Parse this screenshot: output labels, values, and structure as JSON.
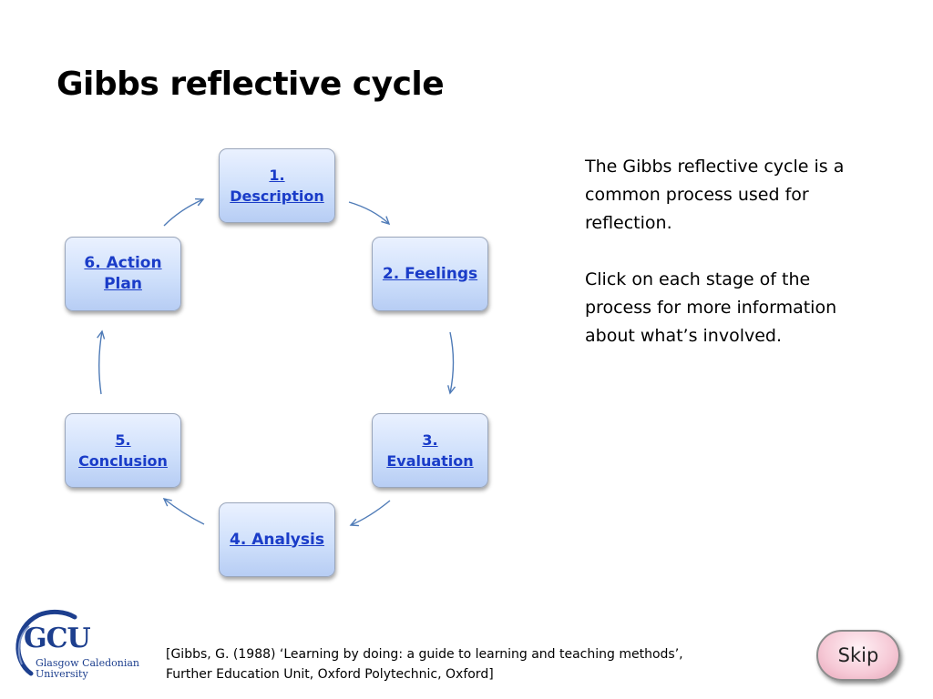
{
  "title": "Gibbs reflective cycle",
  "stages": [
    {
      "line1": "1.",
      "line2": "Description"
    },
    {
      "line1": "2. Feelings",
      "line2": ""
    },
    {
      "line1": "3.",
      "line2": "Evaluation"
    },
    {
      "line1": "4. Analysis",
      "line2": ""
    },
    {
      "line1": "5.",
      "line2": "Conclusion"
    },
    {
      "line1": "6. Action",
      "line2": "Plan"
    }
  ],
  "intro": {
    "paragraph1": "The Gibbs reflective cycle is a common process used for reflection.",
    "paragraph2": "Click on each stage of the process for more information about what’s involved."
  },
  "citation": {
    "line1": "[Gibbs, G. (1988) ‘Learning by doing: a guide to learning and teaching methods’,",
    "line2": "Further Education Unit, Oxford Polytechnic, Oxford]"
  },
  "logo": {
    "abbr": "GCU",
    "name_line1": "Glasgow Caledonian",
    "name_line2": "University"
  },
  "skip_label": "Skip",
  "colors": {
    "link": "#1a3cc8",
    "box_fill": "#cfe0fb",
    "arrow": "#4f7bb7",
    "logo": "#1d3f8e",
    "skip_fill": "#f6c9d6"
  }
}
